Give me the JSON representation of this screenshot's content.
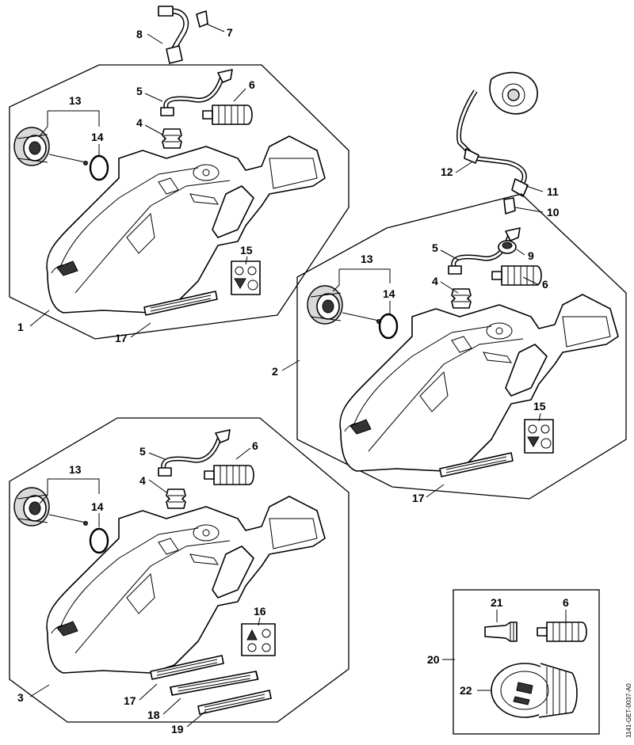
{
  "document_id": "1141-GET-0037-A0",
  "callouts": {
    "c1": "1",
    "c2": "2",
    "c3": "3",
    "c4a": "4",
    "c4b": "4",
    "c4c": "4",
    "c5a": "5",
    "c5b": "5",
    "c5c": "5",
    "c6a": "6",
    "c6b": "6",
    "c6c": "6",
    "c6d": "6",
    "c7": "7",
    "c8": "8",
    "c9": "9",
    "c10": "10",
    "c11": "11",
    "c12": "12",
    "c13a": "13",
    "c13b": "13",
    "c13c": "13",
    "c14a": "14",
    "c14b": "14",
    "c14c": "14",
    "c15a": "15",
    "c15b": "15",
    "c16": "16",
    "c17a": "17",
    "c17b": "17",
    "c17c": "17",
    "c18": "18",
    "c19": "19",
    "c20": "20",
    "c21": "21",
    "c22": "22"
  }
}
